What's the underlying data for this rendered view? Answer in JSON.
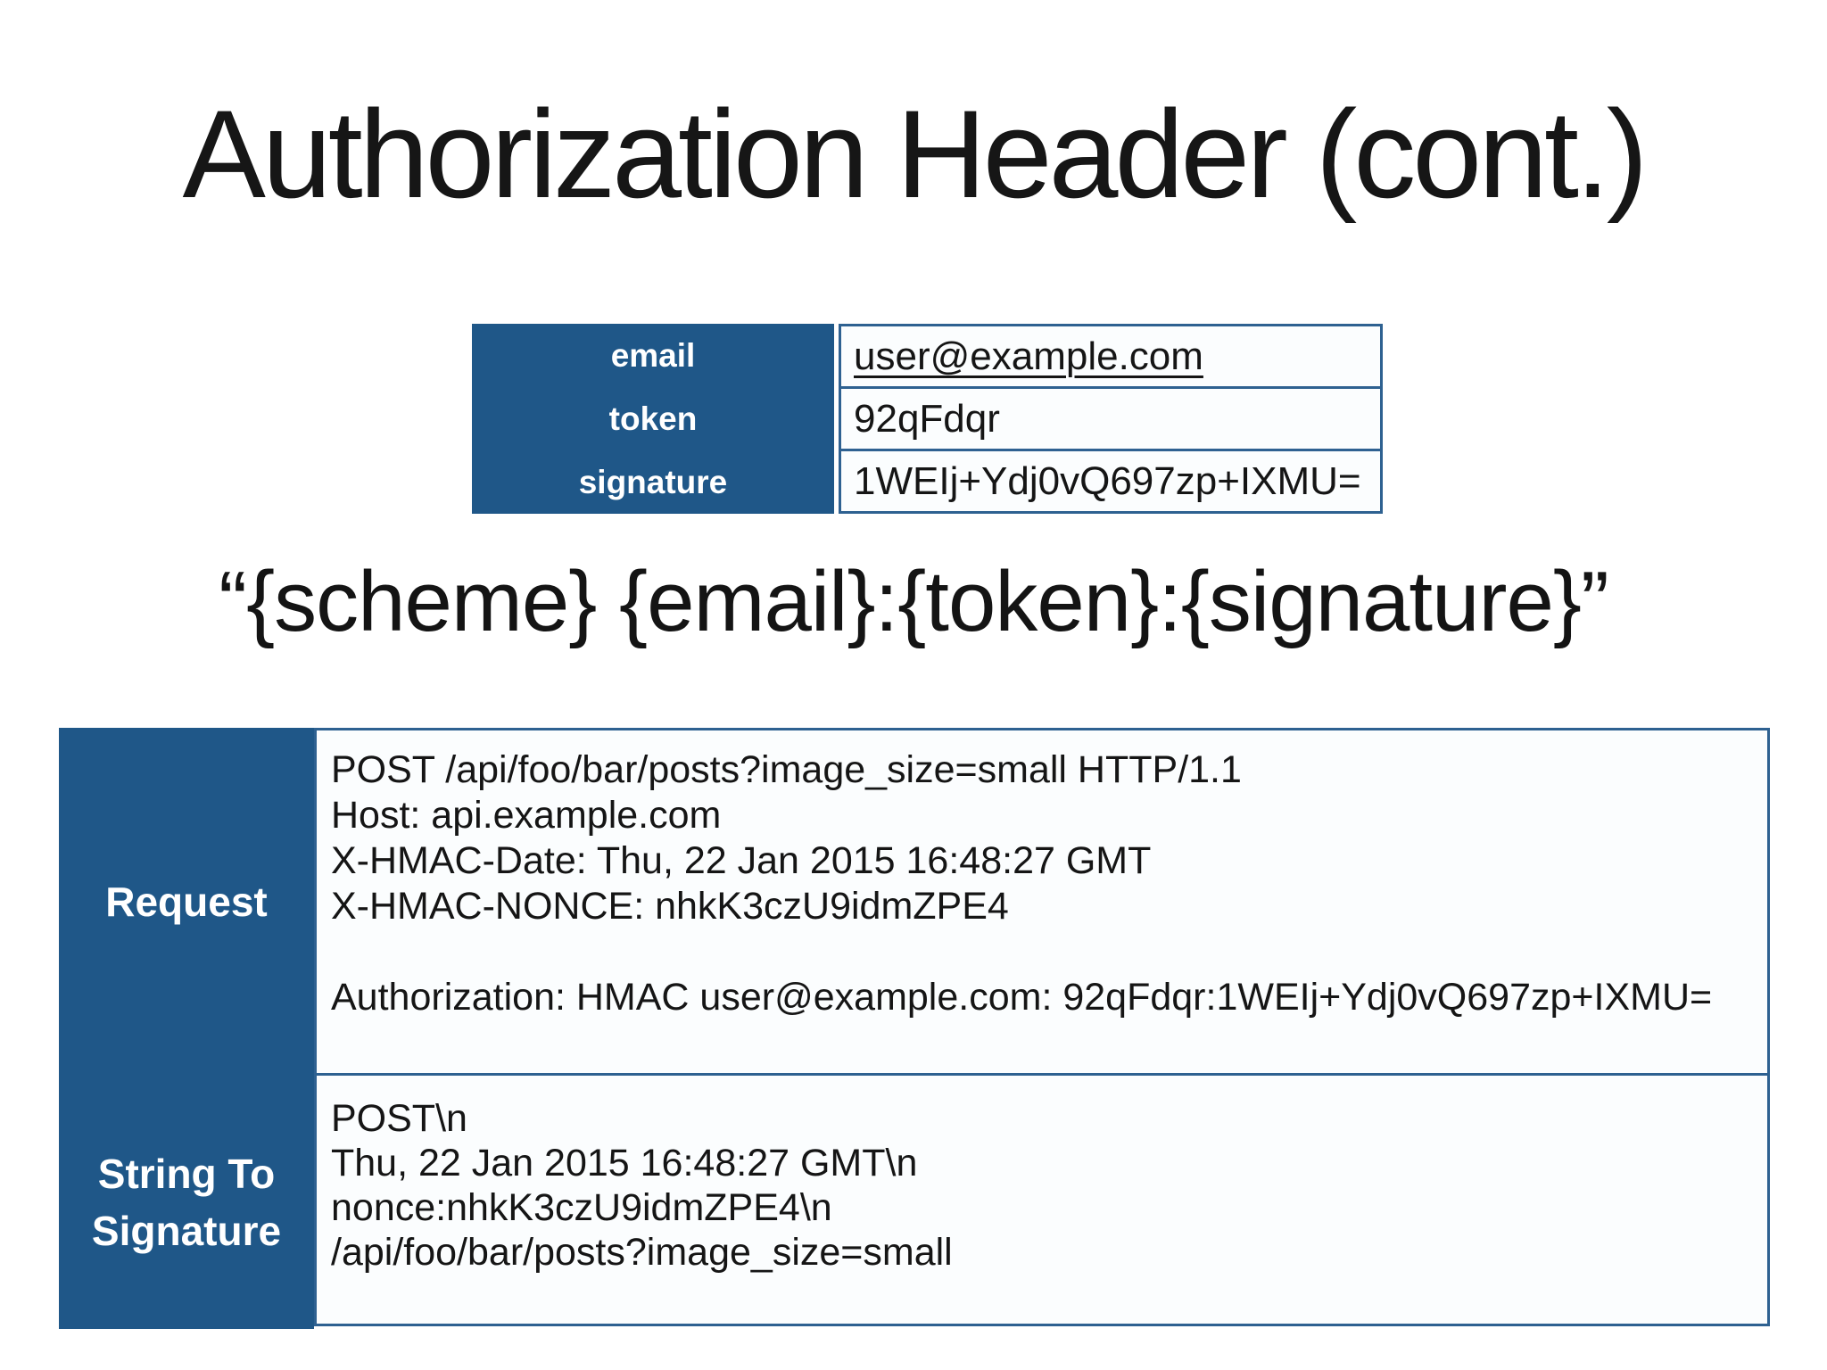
{
  "slide": {
    "title": "Authorization Header (cont.)",
    "scheme_format": "“{scheme} {email}:{token}:{signature}”"
  },
  "credentials_table": {
    "rows": [
      {
        "label": "email",
        "value": "user@example.com"
      },
      {
        "label": "token",
        "value": "92qFdqr"
      },
      {
        "label": "signature",
        "value": "1WEIj+Ydj0vQ697zp+IXMU="
      }
    ]
  },
  "http_table": {
    "request": {
      "label": "Request",
      "lines": [
        "POST /api/foo/bar/posts?image_size=small HTTP/1.1",
        "Host: api.example.com",
        "X-HMAC-Date: Thu, 22 Jan 2015 16:48:27 GMT",
        "X-HMAC-NONCE: nhkK3czU9idmZPE4",
        "",
        "Authorization: HMAC user@example.com: 92qFdqr:1WEIj+Ydj0vQ697zp+IXMU="
      ]
    },
    "string_to_signature": {
      "label": "String To Signature",
      "lines": [
        "POST\\n",
        "Thu, 22 Jan 2015 16:48:27 GMT\\n",
        "nonce:nhkK3czU9idmZPE4\\n",
        "/api/foo/bar/posts?image_size=small"
      ]
    }
  },
  "colors": {
    "table_blue": "#1F5788",
    "border_blue": "#2E6191",
    "cell_bg": "#FBFDFE"
  }
}
